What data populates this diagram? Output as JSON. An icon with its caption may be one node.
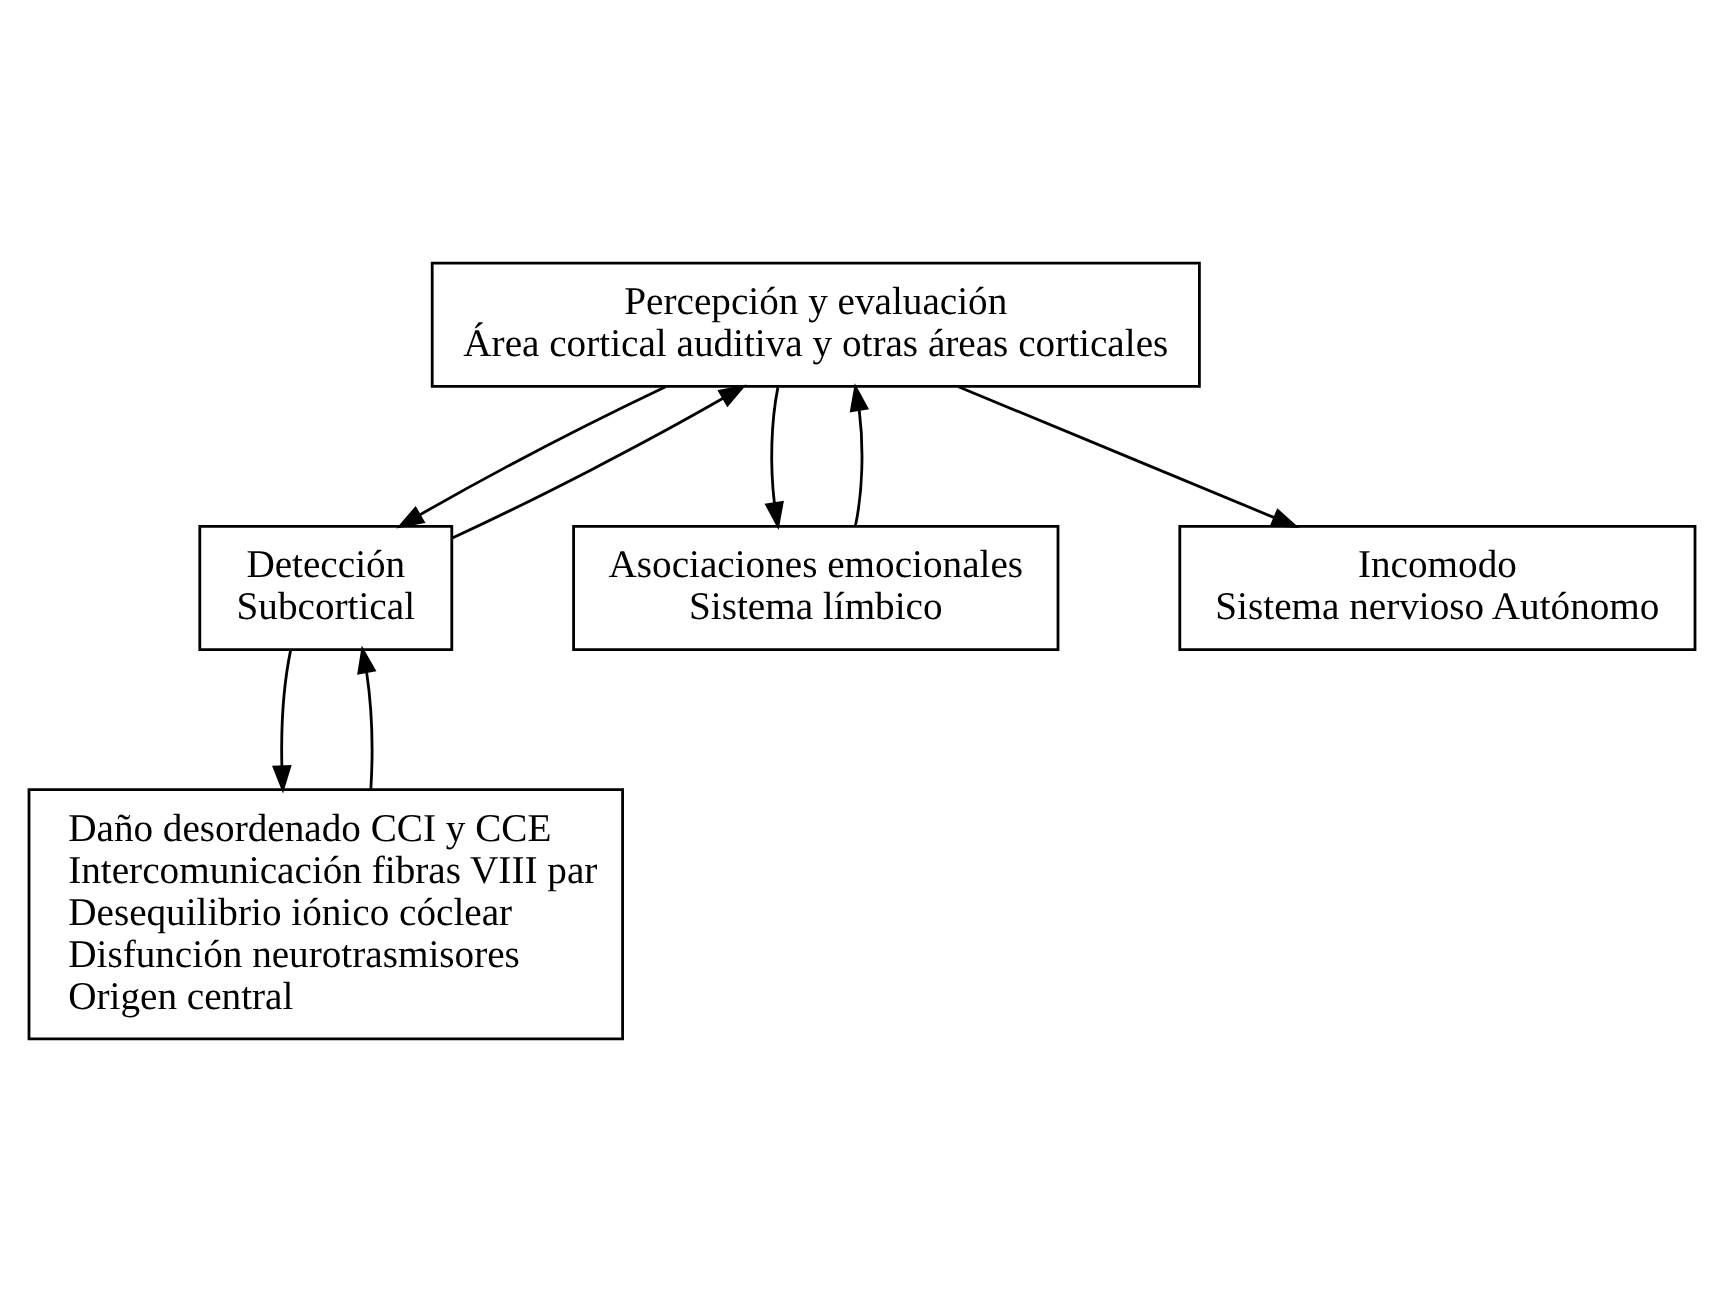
{
  "diagram": {
    "nodes": [
      {
        "text": [
          "Percepción y evaluación",
          "Área cortical auditiva y otras áreas corticales"
        ]
      },
      {
        "text": [
          "Detección",
          "Subcortical"
        ]
      },
      {
        "text": [
          "Asociaciones emocionales",
          "Sistema límbico"
        ]
      },
      {
        "text": [
          "Daño desordenado CCI y CCE",
          "Intercomunicación fibras VIII par",
          "Desequilibrio iónico cóclear",
          "Disfunción neurotrasmisores",
          "Origen central"
        ]
      },
      {
        "text": [
          "Incomodo",
          "Sistema nervioso Autónomo"
        ]
      }
    ],
    "edges": [
      {
        "from": 1,
        "to": 0,
        "arrow": "to"
      },
      {
        "from": 0,
        "to": 1,
        "arrow": "to"
      },
      {
        "from": 2,
        "to": 0,
        "arrow": "to"
      },
      {
        "from": 0,
        "to": 2,
        "arrow": "to"
      },
      {
        "from": 3,
        "to": 1,
        "arrow": "to"
      },
      {
        "from": 1,
        "to": 3,
        "arrow": "to"
      },
      {
        "from": 0,
        "to": 4,
        "arrow": "to"
      }
    ]
  }
}
